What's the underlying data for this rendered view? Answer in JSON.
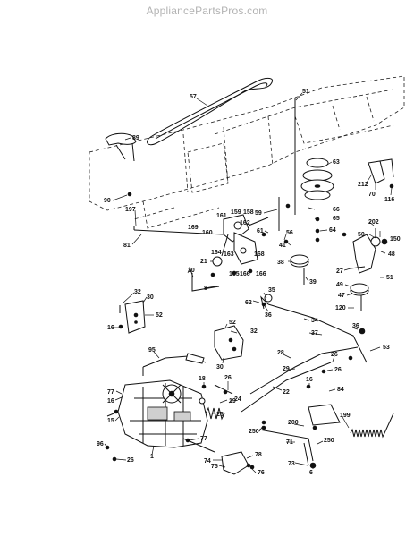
{
  "watermark": "AppliancePartsPros.com",
  "labels": [
    {
      "id": "57",
      "text": "57"
    },
    {
      "id": "51",
      "text": "51"
    },
    {
      "id": "89",
      "text": "89"
    },
    {
      "id": "63",
      "text": "63"
    },
    {
      "id": "70",
      "text": "70"
    },
    {
      "id": "116",
      "text": "116"
    },
    {
      "id": "212",
      "text": "212"
    },
    {
      "id": "90",
      "text": "90"
    },
    {
      "id": "197",
      "text": "197"
    },
    {
      "id": "59",
      "text": "59"
    },
    {
      "id": "66",
      "text": "66"
    },
    {
      "id": "65",
      "text": "65"
    },
    {
      "id": "64",
      "text": "64"
    },
    {
      "id": "61",
      "text": "61"
    },
    {
      "id": "56",
      "text": "56"
    },
    {
      "id": "41",
      "text": "41"
    },
    {
      "id": "161",
      "text": "161"
    },
    {
      "id": "159",
      "text": "159"
    },
    {
      "id": "158",
      "text": "158"
    },
    {
      "id": "162",
      "text": "162"
    },
    {
      "id": "169",
      "text": "169"
    },
    {
      "id": "160",
      "text": "160"
    },
    {
      "id": "81",
      "text": "81"
    },
    {
      "id": "164",
      "text": "164"
    },
    {
      "id": "163",
      "text": "163"
    },
    {
      "id": "168",
      "text": "168"
    },
    {
      "id": "21",
      "text": "21"
    },
    {
      "id": "38",
      "text": "38"
    },
    {
      "id": "10",
      "text": "10"
    },
    {
      "id": "165",
      "text": "165"
    },
    {
      "id": "166",
      "text": "166"
    },
    {
      "id": "166b",
      "text": "166"
    },
    {
      "id": "39",
      "text": "39"
    },
    {
      "id": "8",
      "text": "8"
    },
    {
      "id": "50",
      "text": "50"
    },
    {
      "id": "150",
      "text": "150"
    },
    {
      "id": "202",
      "text": "202"
    },
    {
      "id": "48",
      "text": "48"
    },
    {
      "id": "27",
      "text": "27"
    },
    {
      "id": "51b",
      "text": "51"
    },
    {
      "id": "49",
      "text": "49"
    },
    {
      "id": "47",
      "text": "47"
    },
    {
      "id": "120",
      "text": "120"
    },
    {
      "id": "32",
      "text": "32"
    },
    {
      "id": "30",
      "text": "30"
    },
    {
      "id": "52",
      "text": "52"
    },
    {
      "id": "16",
      "text": "16"
    },
    {
      "id": "35",
      "text": "35"
    },
    {
      "id": "62",
      "text": "62"
    },
    {
      "id": "36",
      "text": "36"
    },
    {
      "id": "34",
      "text": "34"
    },
    {
      "id": "37",
      "text": "37"
    },
    {
      "id": "52b",
      "text": "52"
    },
    {
      "id": "32b",
      "text": "32"
    },
    {
      "id": "36b",
      "text": "36"
    },
    {
      "id": "53",
      "text": "53"
    },
    {
      "id": "95",
      "text": "95"
    },
    {
      "id": "30b",
      "text": "30"
    },
    {
      "id": "28",
      "text": "28"
    },
    {
      "id": "29",
      "text": "29"
    },
    {
      "id": "26",
      "text": "26"
    },
    {
      "id": "16b",
      "text": "16"
    },
    {
      "id": "26b",
      "text": "26"
    },
    {
      "id": "84",
      "text": "84"
    },
    {
      "id": "18",
      "text": "18"
    },
    {
      "id": "77",
      "text": "77"
    },
    {
      "id": "16c",
      "text": "16"
    },
    {
      "id": "26c",
      "text": "26"
    },
    {
      "id": "19",
      "text": "19"
    },
    {
      "id": "22",
      "text": "22"
    },
    {
      "id": "25",
      "text": "25"
    },
    {
      "id": "24",
      "text": "24"
    },
    {
      "id": "15",
      "text": "15"
    },
    {
      "id": "199",
      "text": "199"
    },
    {
      "id": "200",
      "text": "200"
    },
    {
      "id": "250",
      "text": "250"
    },
    {
      "id": "77b",
      "text": "77"
    },
    {
      "id": "71",
      "text": "71"
    },
    {
      "id": "250b",
      "text": "250"
    },
    {
      "id": "96",
      "text": "96"
    },
    {
      "id": "26d",
      "text": "26"
    },
    {
      "id": "1",
      "text": "1"
    },
    {
      "id": "74",
      "text": "74"
    },
    {
      "id": "78",
      "text": "78"
    },
    {
      "id": "75",
      "text": "75"
    },
    {
      "id": "76",
      "text": "76"
    },
    {
      "id": "73",
      "text": "73"
    },
    {
      "id": "6",
      "text": "6"
    }
  ]
}
